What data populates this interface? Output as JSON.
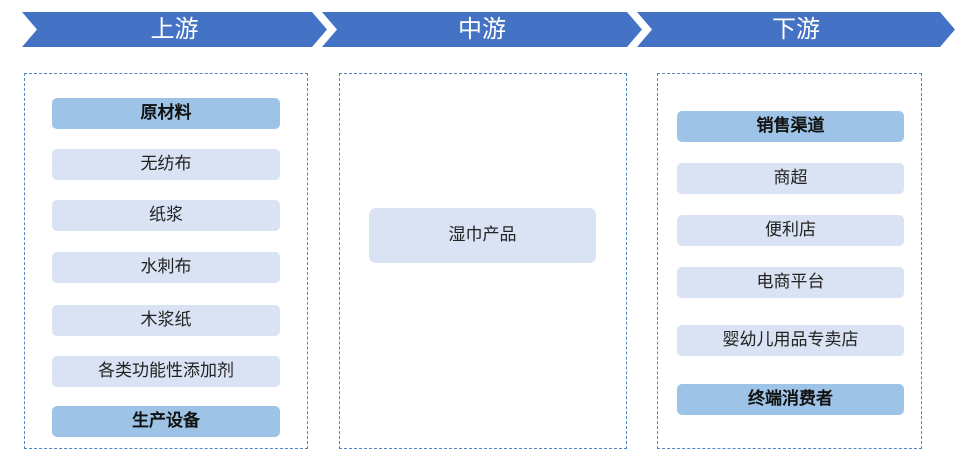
{
  "stages": {
    "upstream": "上游",
    "midstream": "中游",
    "downstream": "下游"
  },
  "upstream": {
    "raw_materials_header": "原材料",
    "items": [
      "无纺布",
      "纸浆",
      "水刺布",
      "木浆纸",
      "各类功能性添加剂"
    ],
    "production_equipment": "生产设备"
  },
  "midstream": {
    "product": "湿巾产品"
  },
  "downstream": {
    "channels_header": "销售渠道",
    "items": [
      "商超",
      "便利店",
      "电商平台",
      "婴幼儿用品专卖店"
    ],
    "end_consumer": "终端消费者"
  },
  "colors": {
    "arrow_fill": "#4472c4",
    "panel_border": "#4f86c6",
    "header_box": "#9dc3e6",
    "item_box": "#dae3f3"
  }
}
